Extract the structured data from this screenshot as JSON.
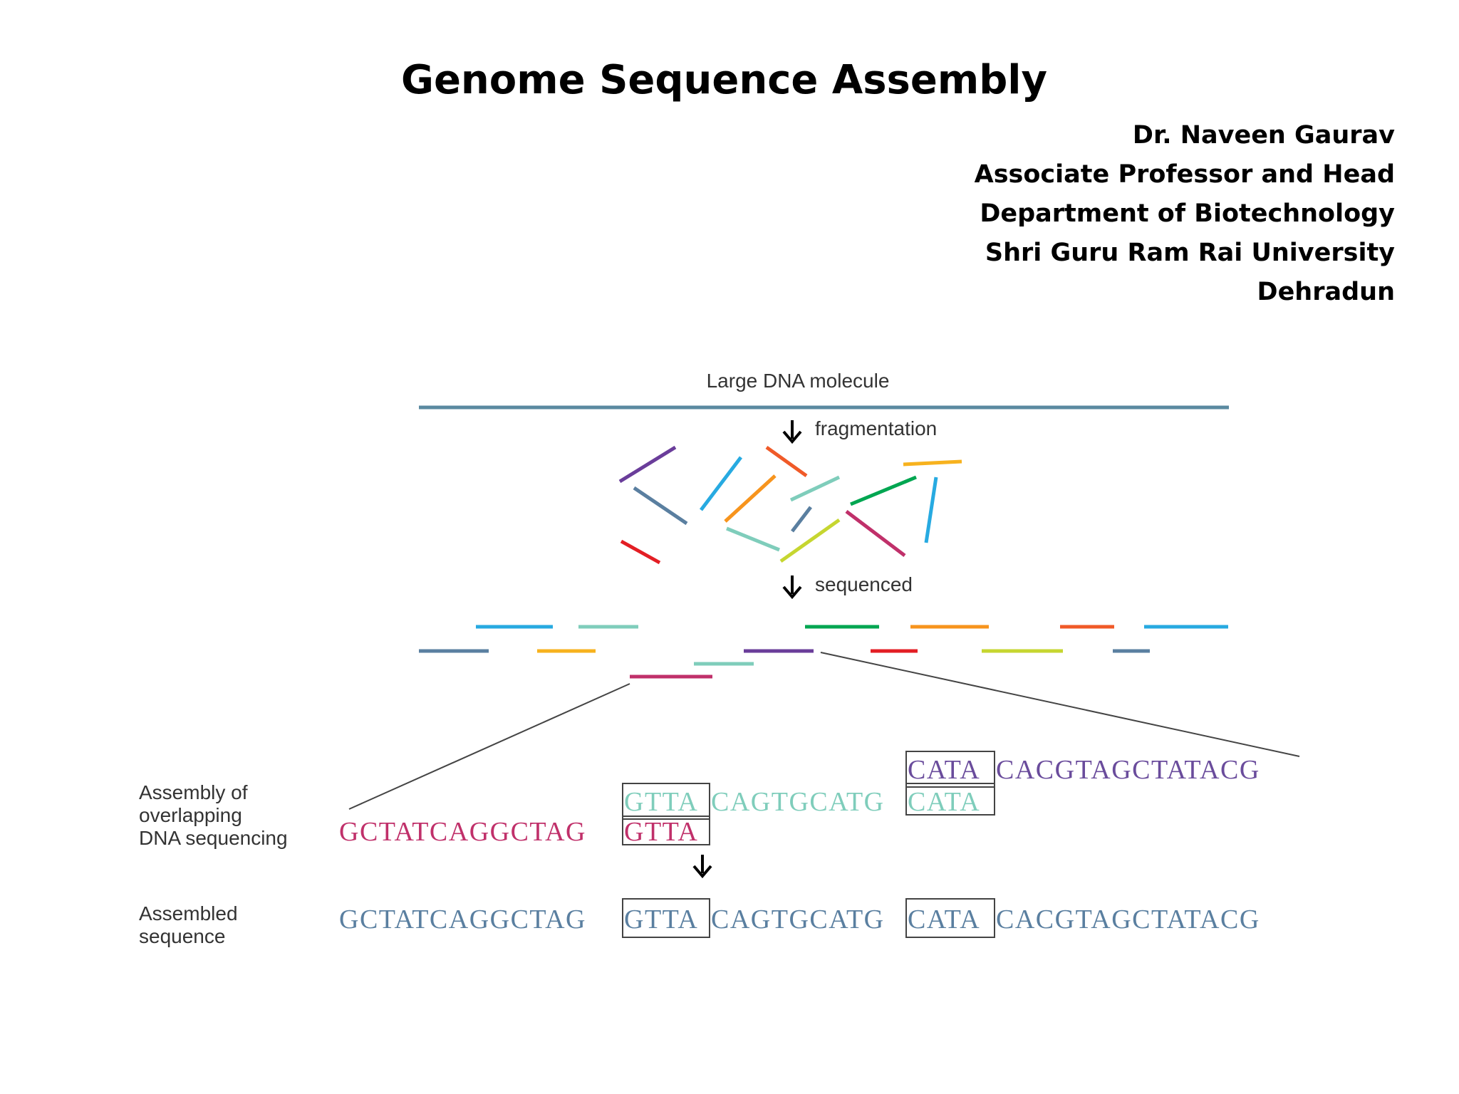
{
  "title": "Genome Sequence Assembly",
  "author": {
    "name": "Dr. Naveen Gaurav",
    "position": "Associate Professor and Head",
    "department": "Department of Biotechnology",
    "university": "Shri Guru Ram Rai University",
    "city": "Dehradun"
  },
  "diagram": {
    "molecule_label": "Large DNA molecule",
    "step1_label": "fragmentation",
    "step2_label": "sequenced",
    "assembly_label_lines": [
      "Assembly of",
      "overlapping",
      "DNA sequencing"
    ],
    "assembled_label_lines": [
      "Assembled",
      "sequence"
    ],
    "read1": {
      "text": "GCTATCAGGCTAG",
      "overlap": "GTTA"
    },
    "read2": {
      "text": "CAGTGCATG",
      "overlap_start": "GTTA",
      "overlap_end": "CATA"
    },
    "read3": {
      "overlap": "CATA",
      "text": "CACGTAGCTATACG"
    },
    "assembled": {
      "part1": "GCTATCAGGCTAG",
      "box1": "GTTA",
      "part2": "CAGTGCATG",
      "box2": "CATA",
      "part3": "CACGTAGCTATACG"
    },
    "colors": {
      "molecule": "#5a8aa0",
      "read1": "#c0306a",
      "read2": "#7fcdbb",
      "read3": "#6a4c9c",
      "assembled": "#5a7fa0"
    }
  }
}
